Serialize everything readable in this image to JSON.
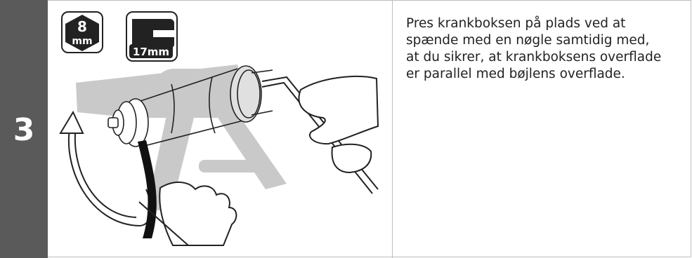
{
  "step": {
    "number": "3"
  },
  "tools": [
    {
      "icon": "hex-key-icon",
      "size_value": "8",
      "size_unit": "mm"
    },
    {
      "icon": "wrench-icon",
      "size_label": "17mm"
    }
  ],
  "instruction": {
    "lines": [
      "Pres krankboksen på plads ved at",
      "spænde med en nøgle samtidig med,",
      "at du sikrer, at krankboksens overflade",
      "er parallel med bøjlens overflade."
    ]
  },
  "colors": {
    "step_bar": "#5a5a5a",
    "border": "#bdbdbd",
    "part_gray": "#c9c9c9",
    "text": "#222222"
  }
}
